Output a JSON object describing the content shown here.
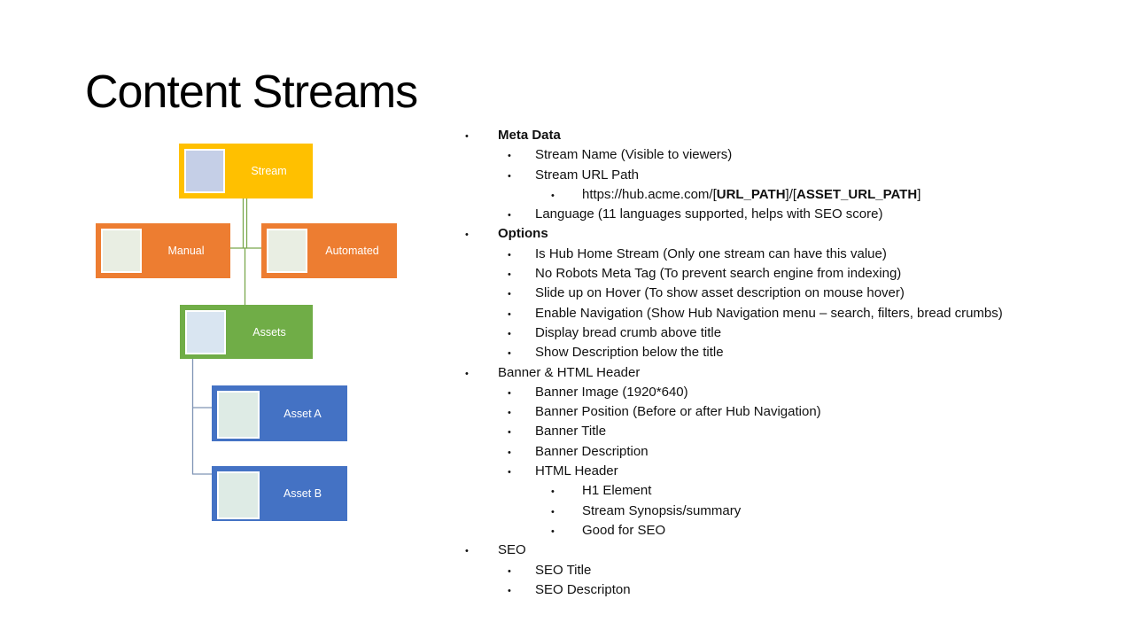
{
  "title": "Content Streams",
  "colors": {
    "gold": "#FFC000",
    "orange": "#ED7D31",
    "green": "#70AD47",
    "blue": "#4472C4",
    "green_connector": "#79A74C",
    "blue_connector": "#7F94B5"
  },
  "diagram": {
    "nodes": [
      {
        "id": "stream",
        "label": "Stream",
        "fill": "#FFC000",
        "thumb_fill": "#C5CFE7"
      },
      {
        "id": "manual",
        "label": "Manual",
        "fill": "#ED7D31",
        "thumb_fill": "#E9EEE3"
      },
      {
        "id": "automated",
        "label": "Automated",
        "fill": "#ED7D31",
        "thumb_fill": "#E9EEE3"
      },
      {
        "id": "assets",
        "label": "Assets",
        "fill": "#70AD47",
        "thumb_fill": "#D9E5F1"
      },
      {
        "id": "asset-a",
        "label": "Asset A",
        "fill": "#4472C4",
        "thumb_fill": "#DEEBE5"
      },
      {
        "id": "asset-b",
        "label": "Asset B",
        "fill": "#4472C4",
        "thumb_fill": "#DEEBE5"
      }
    ]
  },
  "outline": {
    "bullet": "•",
    "items": [
      {
        "level": 1,
        "bold": true,
        "text": "Meta Data"
      },
      {
        "level": 2,
        "bold": false,
        "text": "Stream Name (Visible to viewers)"
      },
      {
        "level": 2,
        "bold": false,
        "text": "Stream URL Path"
      },
      {
        "level": 3,
        "bold": false,
        "parts": [
          {
            "text": "https://hub.acme.com/[",
            "bold": false
          },
          {
            "text": "URL_PATH",
            "bold": true
          },
          {
            "text": "]/[",
            "bold": false
          },
          {
            "text": "ASSET_URL_PATH",
            "bold": true
          },
          {
            "text": "]",
            "bold": false
          }
        ]
      },
      {
        "level": 2,
        "bold": false,
        "text": "Language (11 languages supported, helps with SEO score)"
      },
      {
        "level": 1,
        "bold": true,
        "text": "Options"
      },
      {
        "level": 2,
        "bold": false,
        "text": "Is Hub Home Stream (Only one stream can have this value)"
      },
      {
        "level": 2,
        "bold": false,
        "text": "No Robots Meta Tag (To prevent search engine from indexing)"
      },
      {
        "level": 2,
        "bold": false,
        "text": "Slide up on Hover (To show asset description on mouse hover)"
      },
      {
        "level": 2,
        "bold": false,
        "text": "Enable Navigation (Show Hub Navigation menu – search, filters, bread crumbs)"
      },
      {
        "level": 2,
        "bold": false,
        "text": "Display bread crumb above title"
      },
      {
        "level": 2,
        "bold": false,
        "text": "Show Description below the title"
      },
      {
        "level": 1,
        "bold": false,
        "text": "Banner & HTML Header"
      },
      {
        "level": 2,
        "bold": false,
        "text": "Banner Image (1920*640)"
      },
      {
        "level": 2,
        "bold": false,
        "text": "Banner Position (Before or after Hub Navigation)"
      },
      {
        "level": 2,
        "bold": false,
        "text": "Banner Title"
      },
      {
        "level": 2,
        "bold": false,
        "text": "Banner Description"
      },
      {
        "level": 2,
        "bold": false,
        "text": "HTML Header"
      },
      {
        "level": 3,
        "bold": false,
        "text": "H1 Element"
      },
      {
        "level": 3,
        "bold": false,
        "text": "Stream Synopsis/summary"
      },
      {
        "level": 3,
        "bold": false,
        "text": "Good for SEO"
      },
      {
        "level": 1,
        "bold": false,
        "text": "SEO"
      },
      {
        "level": 2,
        "bold": false,
        "text": "SEO Title"
      },
      {
        "level": 2,
        "bold": false,
        "text": "SEO Descripton"
      }
    ]
  }
}
